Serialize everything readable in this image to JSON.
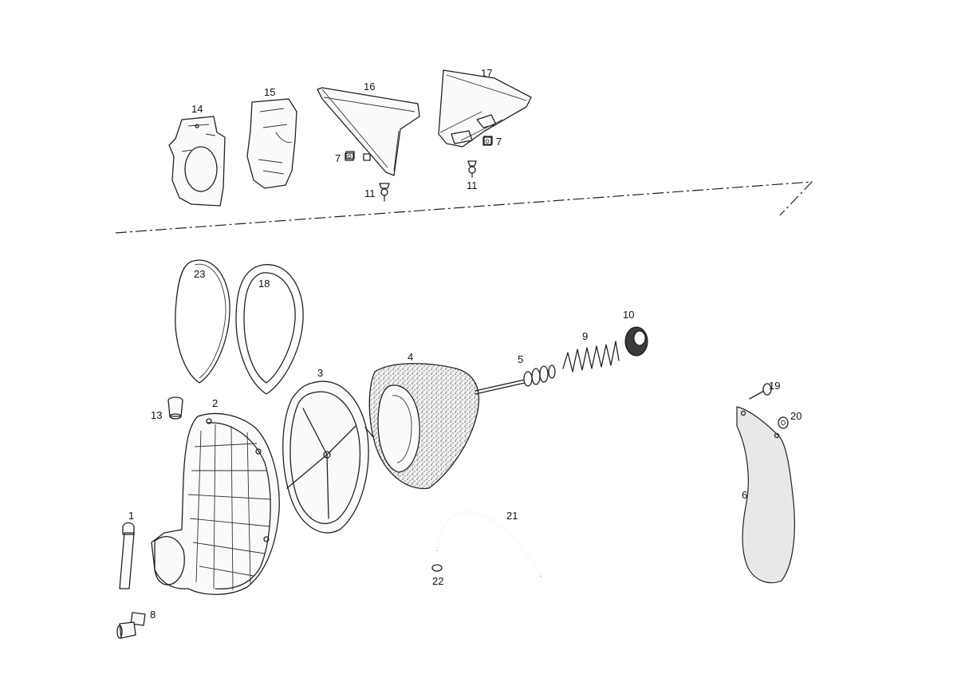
{
  "labels": {
    "p1": "1",
    "p2": "2",
    "p3": "3",
    "p4": "4",
    "p5": "5",
    "p6": "6",
    "p7a": "7",
    "p7b": "7",
    "p8": "8",
    "p9": "9",
    "p10": "10",
    "p11a": "11",
    "p11b": "11",
    "p13": "13",
    "p14": "14",
    "p15": "15",
    "p16": "16",
    "p17": "17",
    "p18": "18",
    "p19": "19",
    "p20": "20",
    "p21": "21",
    "p22": "22",
    "p23": "23"
  }
}
